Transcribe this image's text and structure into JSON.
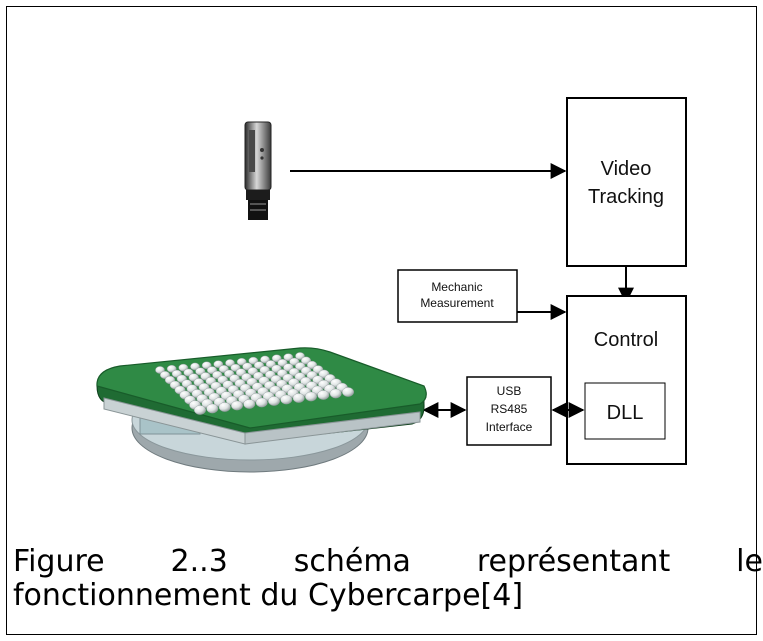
{
  "diagram": {
    "video_tracking": [
      "Video",
      "Tracking"
    ],
    "control": "Control",
    "dll": "DLL",
    "mechanic_measurement": [
      "Mechanic",
      "Measurement"
    ],
    "interface": [
      "USB",
      "RS485",
      "Interface"
    ],
    "icons": {
      "camera": "camera-icon",
      "treadmill": "cybercarpet-icon"
    }
  },
  "caption": {
    "words": [
      "Figure",
      "2..3",
      "schéma",
      "représentant",
      "le"
    ],
    "line2": "fonctionnement du Cybercarpe[4]"
  }
}
